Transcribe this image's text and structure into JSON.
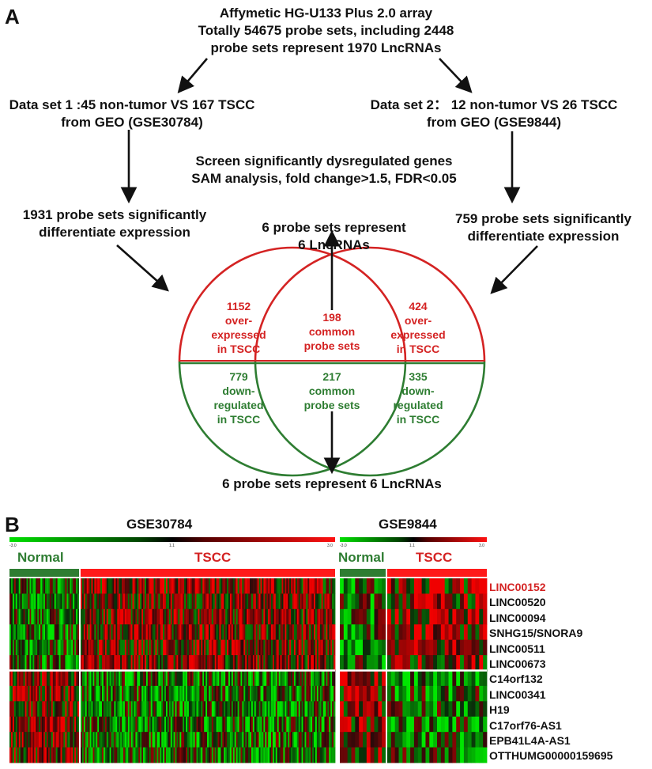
{
  "panels": {
    "a": "A",
    "b": "B"
  },
  "flow": {
    "top_line1": "Affymetic HG-U133 Plus 2.0 array",
    "top_line2": "Totally 54675 probe sets, including 2448",
    "top_line3": "probe sets represent 1970 LncRNAs",
    "ds1_line1": "Data set 1 :45 non-tumor VS 167 TSCC",
    "ds1_line2": "from GEO (GSE30784)",
    "ds2_line1": "Data set 2： 12 non-tumor VS 26 TSCC",
    "ds2_line2": "from GEO (GSE9844)",
    "screen_line1": "Screen significantly dysregulated genes",
    "screen_line2": "SAM analysis, fold change>1.5, FDR<0.05",
    "left_sig_line1": "1931  probe sets significantly",
    "left_sig_line2": "differentiate expression",
    "right_sig_line1": "759  probe sets significantly",
    "right_sig_line2": "differentiate expression",
    "top_result_line1": "6 probe sets represent",
    "top_result_line2": "6 LncRNAs",
    "bottom_result": "6 probe sets represent 6 LncRNAs"
  },
  "venn": {
    "up_left": {
      "count": "1152",
      "l1": "over-",
      "l2": "expressed",
      "l3": "in TSCC"
    },
    "up_mid": {
      "count": "198",
      "l1": "common",
      "l2": "probe sets"
    },
    "up_right": {
      "count": "424",
      "l1": "over-",
      "l2": "expressed",
      "l3": "in TSCC"
    },
    "down_left": {
      "count": "779",
      "l1": "down-",
      "l2": "regulated",
      "l3": "in TSCC"
    },
    "down_mid": {
      "count": "217",
      "l1": "common",
      "l2": "probe sets"
    },
    "down_right": {
      "count": "335",
      "l1": "down-",
      "l2": "regulated",
      "l3": "in TSCC"
    }
  },
  "heatmap": {
    "left_title": "GSE30784",
    "right_title": "GSE9844",
    "scale_left": {
      "min": "-3.0",
      "mid": "1.1",
      "max": "3.0"
    },
    "scale_right": {
      "min": "-3.0",
      "mid": "1.1",
      "max": "3.0"
    },
    "normal_label": "Normal",
    "tscc_label": "TSCC",
    "genes": [
      "LINC00152",
      "LINC00520",
      "LINC00094",
      "SNHG15/SNORA9",
      "LINC00511",
      "LINC00673",
      "C14orf132",
      "LINC00341",
      "H19",
      "C17orf76-AS1",
      "EPB41L4A-AS1",
      "OTTHUMG00000159695"
    ],
    "highlight_color": "#d42323",
    "up_color": "#d42323",
    "down_color": "#2e7d32"
  }
}
